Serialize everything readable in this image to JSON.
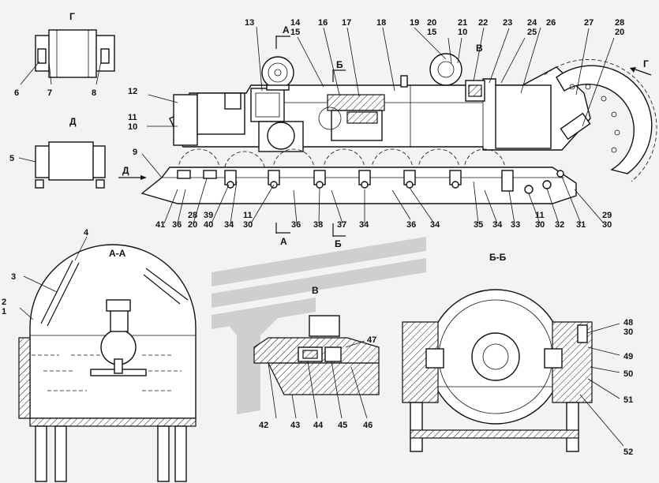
{
  "view_labels": {
    "g": "Г",
    "d": "Д",
    "aa": "А-А",
    "bb": "Б-Б",
    "v": "В",
    "a_top": "А",
    "a_bottom": "А",
    "b_top": "Б",
    "b_bottom": "Б",
    "d_arrow": "Д",
    "g_arrow": "Г",
    "v_mark": "В"
  },
  "callouts": [
    {
      "id": "c1",
      "text": "1"
    },
    {
      "id": "c2",
      "text": "2"
    },
    {
      "id": "c3",
      "text": "3"
    },
    {
      "id": "c4",
      "text": "4"
    },
    {
      "id": "c5",
      "text": "5"
    },
    {
      "id": "c6",
      "text": "6"
    },
    {
      "id": "c7",
      "text": "7"
    },
    {
      "id": "c8",
      "text": "8"
    },
    {
      "id": "c9",
      "text": "9"
    },
    {
      "id": "c10",
      "text": "10"
    },
    {
      "id": "c11",
      "text": "11"
    },
    {
      "id": "c12",
      "text": "12"
    },
    {
      "id": "c13",
      "text": "13"
    },
    {
      "id": "c14",
      "text": "14"
    },
    {
      "id": "c15",
      "text": "15"
    },
    {
      "id": "c16",
      "text": "16"
    },
    {
      "id": "c17",
      "text": "17"
    },
    {
      "id": "c18",
      "text": "18"
    },
    {
      "id": "c19",
      "text": "19"
    },
    {
      "id": "c20a",
      "text": "20"
    },
    {
      "id": "c15b",
      "text": "15"
    },
    {
      "id": "c21",
      "text": "21"
    },
    {
      "id": "c10b",
      "text": "10"
    },
    {
      "id": "c22",
      "text": "22"
    },
    {
      "id": "c23",
      "text": "23"
    },
    {
      "id": "c24",
      "text": "24"
    },
    {
      "id": "c25",
      "text": "25"
    },
    {
      "id": "c26",
      "text": "26"
    },
    {
      "id": "c27",
      "text": "27"
    },
    {
      "id": "c28",
      "text": "28"
    },
    {
      "id": "c20b",
      "text": "20"
    },
    {
      "id": "c41",
      "text": "41"
    },
    {
      "id": "c36a",
      "text": "36"
    },
    {
      "id": "c28b",
      "text": "28"
    },
    {
      "id": "c20c",
      "text": "20"
    },
    {
      "id": "c39",
      "text": "39"
    },
    {
      "id": "c40",
      "text": "40"
    },
    {
      "id": "c34a",
      "text": "34"
    },
    {
      "id": "c11b",
      "text": "11"
    },
    {
      "id": "c30a",
      "text": "30"
    },
    {
      "id": "c36b",
      "text": "36"
    },
    {
      "id": "c38",
      "text": "38"
    },
    {
      "id": "c37",
      "text": "37"
    },
    {
      "id": "c34b",
      "text": "34"
    },
    {
      "id": "c36c",
      "text": "36"
    },
    {
      "id": "c34c",
      "text": "34"
    },
    {
      "id": "c35",
      "text": "35"
    },
    {
      "id": "c34d",
      "text": "34"
    },
    {
      "id": "c33",
      "text": "33"
    },
    {
      "id": "c11c",
      "text": "11"
    },
    {
      "id": "c30b",
      "text": "30"
    },
    {
      "id": "c32",
      "text": "32"
    },
    {
      "id": "c31",
      "text": "31"
    },
    {
      "id": "c29",
      "text": "29"
    },
    {
      "id": "c30c",
      "text": "30"
    },
    {
      "id": "c42",
      "text": "42"
    },
    {
      "id": "c43",
      "text": "43"
    },
    {
      "id": "c44",
      "text": "44"
    },
    {
      "id": "c45",
      "text": "45"
    },
    {
      "id": "c46",
      "text": "46"
    },
    {
      "id": "c47",
      "text": "47"
    },
    {
      "id": "c48",
      "text": "48"
    },
    {
      "id": "c30d",
      "text": "30"
    },
    {
      "id": "c49",
      "text": "49"
    },
    {
      "id": "c50",
      "text": "50"
    },
    {
      "id": "c51",
      "text": "51"
    },
    {
      "id": "c52",
      "text": "52"
    }
  ],
  "colors": {
    "line": "#111111",
    "paper": "#f3f3f3",
    "fill": "#ffffff",
    "watermark": "#cfcfcf"
  }
}
